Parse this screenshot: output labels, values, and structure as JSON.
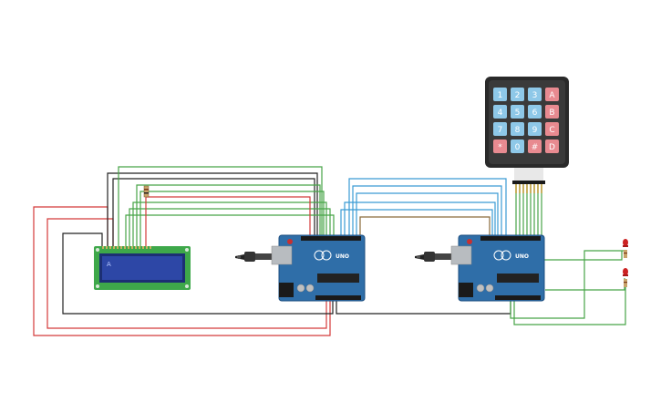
{
  "lcd": {
    "text": "A",
    "colors": {
      "board": "#3ea84a",
      "screen": "#2d47a6",
      "frame": "#1c2f73"
    }
  },
  "arduino_left": {
    "label": "UNO",
    "brand_color": "#2f6ea8"
  },
  "arduino_right": {
    "label": "UNO",
    "brand_color": "#2f6ea8"
  },
  "keypad": {
    "keys": [
      "1",
      "2",
      "3",
      "A",
      "4",
      "5",
      "6",
      "B",
      "7",
      "8",
      "9",
      "C",
      "*",
      "0",
      "#",
      "D"
    ],
    "colors": {
      "number": "#8ec8e8",
      "letter": "#e88a90",
      "body": "#2a2a2a"
    }
  },
  "leds": {
    "count": 2,
    "color": "#cc2222"
  },
  "wire_colors": {
    "red": "#d43a3a",
    "green": "#47a447",
    "black": "#222222",
    "blue": "#3a9bd4",
    "brown": "#8a6a3a"
  }
}
